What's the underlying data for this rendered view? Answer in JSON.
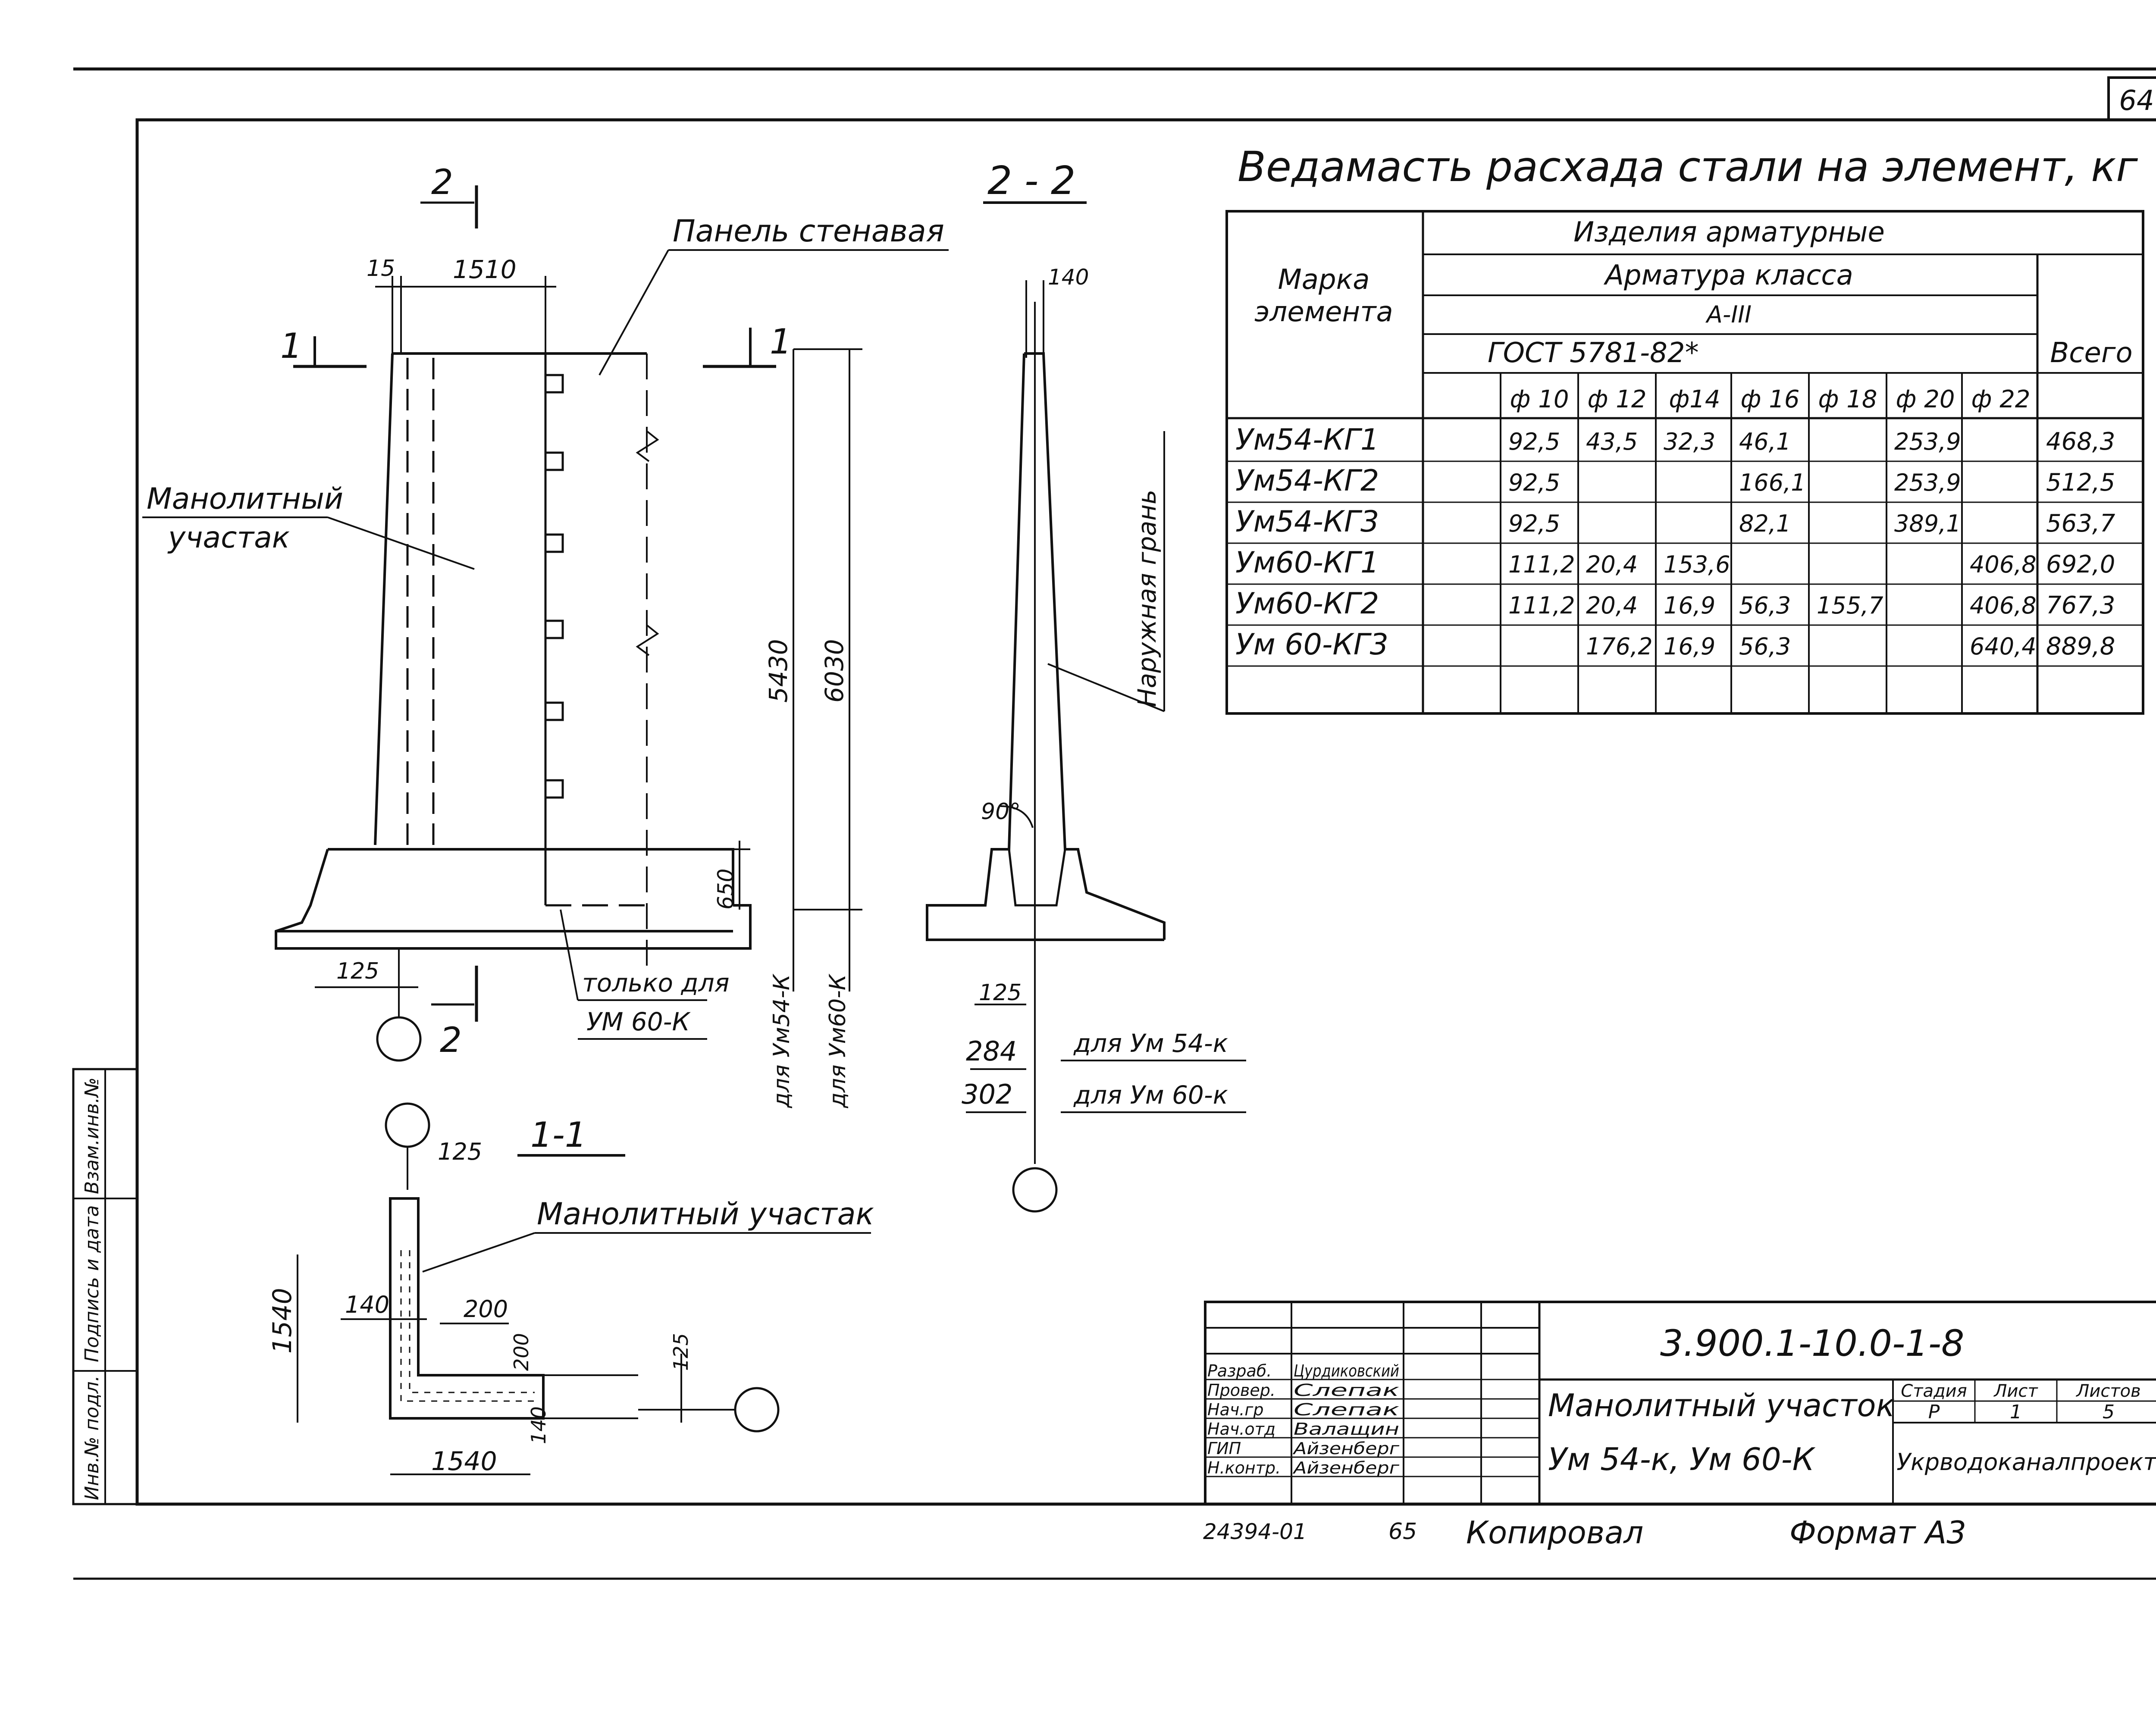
{
  "sheet_number": "64",
  "table": {
    "title": "Ведамасть расхада стали на элемент, кг",
    "header": {
      "mark": [
        "Марка",
        "элемента"
      ],
      "products": "Изделия арматурные",
      "rebar_class": "Арматура класса",
      "class_value": "А-III",
      "gost": "ГОСТ 5781-82*",
      "total": "Всего",
      "diameters": [
        "ф 10",
        "ф 12",
        "ф14",
        "ф 16",
        "ф 18",
        "ф 20",
        "ф 22"
      ]
    },
    "rows": [
      {
        "mark": "Ум54-КГ1",
        "values": [
          "92,5",
          "43,5",
          "32,3",
          "46,1",
          "",
          "253,9",
          ""
        ],
        "total": "468,3"
      },
      {
        "mark": "Ум54-КГ2",
        "values": [
          "92,5",
          "",
          "",
          "166,1",
          "",
          "253,9",
          ""
        ],
        "total": "512,5"
      },
      {
        "mark": "Ум54-КГ3",
        "values": [
          "92,5",
          "",
          "",
          "82,1",
          "",
          "389,1",
          ""
        ],
        "total": "563,7"
      },
      {
        "mark": "Ум60-КГ1",
        "values": [
          "111,2",
          "20,4",
          "153,6",
          "",
          "",
          "",
          "406,8"
        ],
        "total": "692,0"
      },
      {
        "mark": "Ум60-КГ2",
        "values": [
          "111,2",
          "20,4",
          "16,9",
          "56,3",
          "155,7",
          "",
          "406,8"
        ],
        "total": "767,3"
      },
      {
        "mark": "Ум 60-КГ3",
        "values": [
          "",
          "176,2",
          "16,9",
          "56,3",
          "",
          "",
          "640,4"
        ],
        "total": "889,8"
      }
    ]
  },
  "drawing": {
    "main_view": {
      "dims": [
        "15",
        "1510",
        "5430",
        "6030",
        "650",
        "125"
      ],
      "section_marks": [
        "1",
        "1",
        "2",
        "2"
      ],
      "label_panel": "Панель стенавая",
      "label_monolith": [
        "Манолитный",
        "участак"
      ],
      "label_only_for": [
        "только для",
        "УМ 60-К"
      ],
      "label_for_54": "для Ум54-К",
      "label_for_60": "для Ум60-К"
    },
    "section_2_2": {
      "title": "2 - 2",
      "dims": [
        "140",
        "90°",
        "125",
        "284",
        "302"
      ],
      "label_outer": "Наружная грань",
      "label_for_54": "для Ум 54-к",
      "label_for_60": "для Ум 60-к"
    },
    "section_1_1": {
      "title": "1-1",
      "dims": [
        "125",
        "1540",
        "140",
        "200",
        "200",
        "125",
        "140",
        "1540"
      ],
      "label_monolith": "Манолитный участак"
    }
  },
  "side_stamp": [
    "Инв.№ подл.",
    "Подпись и дата",
    "Взам.инв.№"
  ],
  "title_block": {
    "code": "3.900.1-10.0-1-8",
    "roles": [
      "Разраб.",
      "Провер.",
      "Нач.гр",
      "Нач.отд",
      "ГИП",
      "Н.контр."
    ],
    "names": [
      "Цурдиковский",
      "Слепак",
      "Слепак",
      "Валащин",
      "Айзенберг",
      "Айзенберг"
    ],
    "name_line1": "Манолитный участок",
    "name_line2": "Ум 54-к, Ум 60-К",
    "stage_label": "Стадия",
    "sheet_label": "Лист",
    "sheets_label": "Листов",
    "stage": "Р",
    "sheet": "1",
    "sheets": "5",
    "org": "Укрводоканалпроект"
  },
  "footer": {
    "archive": "24394-01",
    "page": "65",
    "copied": "Копировал",
    "format": "Формат А3"
  }
}
